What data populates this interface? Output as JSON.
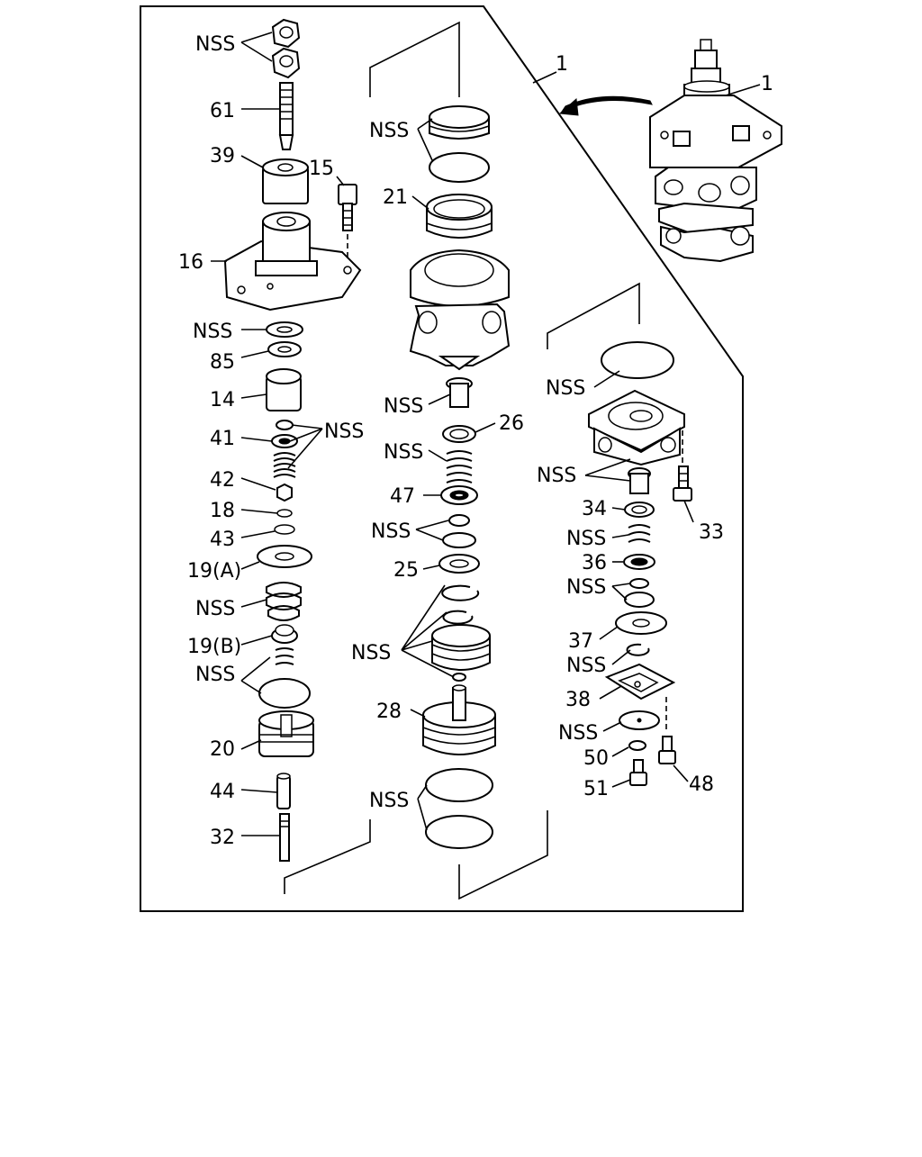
{
  "diagram": {
    "labels": {
      "nss_1": "NSS",
      "p61": "61",
      "p39": "39",
      "p15": "15",
      "p16": "16",
      "nss_2": "NSS",
      "p85": "85",
      "p14": "14",
      "p41": "41",
      "nss_3": "NSS",
      "p42": "42",
      "p18": "18",
      "p43": "43",
      "p19a": "19(A)",
      "nss_4": "NSS",
      "p19b": "19(B)",
      "nss_5": "NSS",
      "p20": "20",
      "p44": "44",
      "p32": "32",
      "p1a": "1",
      "p1b": "1",
      "nss_6": "NSS",
      "p21": "21",
      "nss_7": "NSS",
      "p26": "26",
      "nss_8": "NSS",
      "p47": "47",
      "nss_9": "NSS",
      "p25": "25",
      "nss_10": "NSS",
      "p28": "28",
      "nss_11": "NSS",
      "nss_12": "NSS",
      "nss_13": "NSS",
      "p34": "34",
      "p33": "33",
      "nss_14": "NSS",
      "p36": "36",
      "nss_15": "NSS",
      "p37": "37",
      "nss_16": "NSS",
      "p38": "38",
      "nss_17": "NSS",
      "p50": "50",
      "p48": "48",
      "p51": "51"
    }
  }
}
